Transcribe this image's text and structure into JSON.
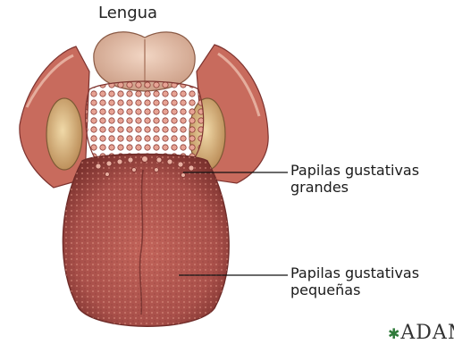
{
  "title": "Lengua",
  "labels": {
    "large_papillae": {
      "line1": "Papilas gustativas",
      "line2": "grandes"
    },
    "small_papillae": {
      "line1": "Papilas gustativas",
      "line2": "pequeñas"
    }
  },
  "watermark": "ADAM",
  "colors": {
    "tongue": "#b5564e",
    "tongue_dark": "#8e3a35",
    "papillae": "#d88c7f",
    "tonsil": "#e0c390",
    "epiglottis": "#e6bfa8",
    "tissue": "#c86b5d",
    "leader_line": "#111111"
  }
}
